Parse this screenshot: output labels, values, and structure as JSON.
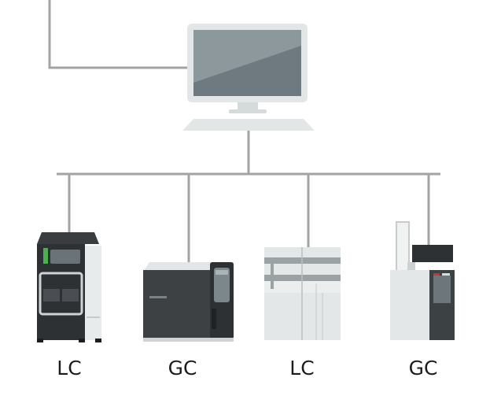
{
  "colors": {
    "line": "#a3a3a3",
    "device_dark": "#2e3133",
    "device_light": "#e6e9e9",
    "screen": "#6e7a80",
    "accent_green": "#4caf50"
  },
  "network": {
    "workstation": {
      "icon": "computer-icon"
    },
    "instruments": [
      {
        "id": "lc1",
        "label": "LC",
        "icon": "liquid-chromatograph-icon"
      },
      {
        "id": "gc1",
        "label": "GC",
        "icon": "gas-chromatograph-icon"
      },
      {
        "id": "lc2",
        "label": "LC",
        "icon": "modular-lc-system-icon"
      },
      {
        "id": "gc2",
        "label": "GC",
        "icon": "gc-with-autosampler-icon"
      }
    ]
  }
}
